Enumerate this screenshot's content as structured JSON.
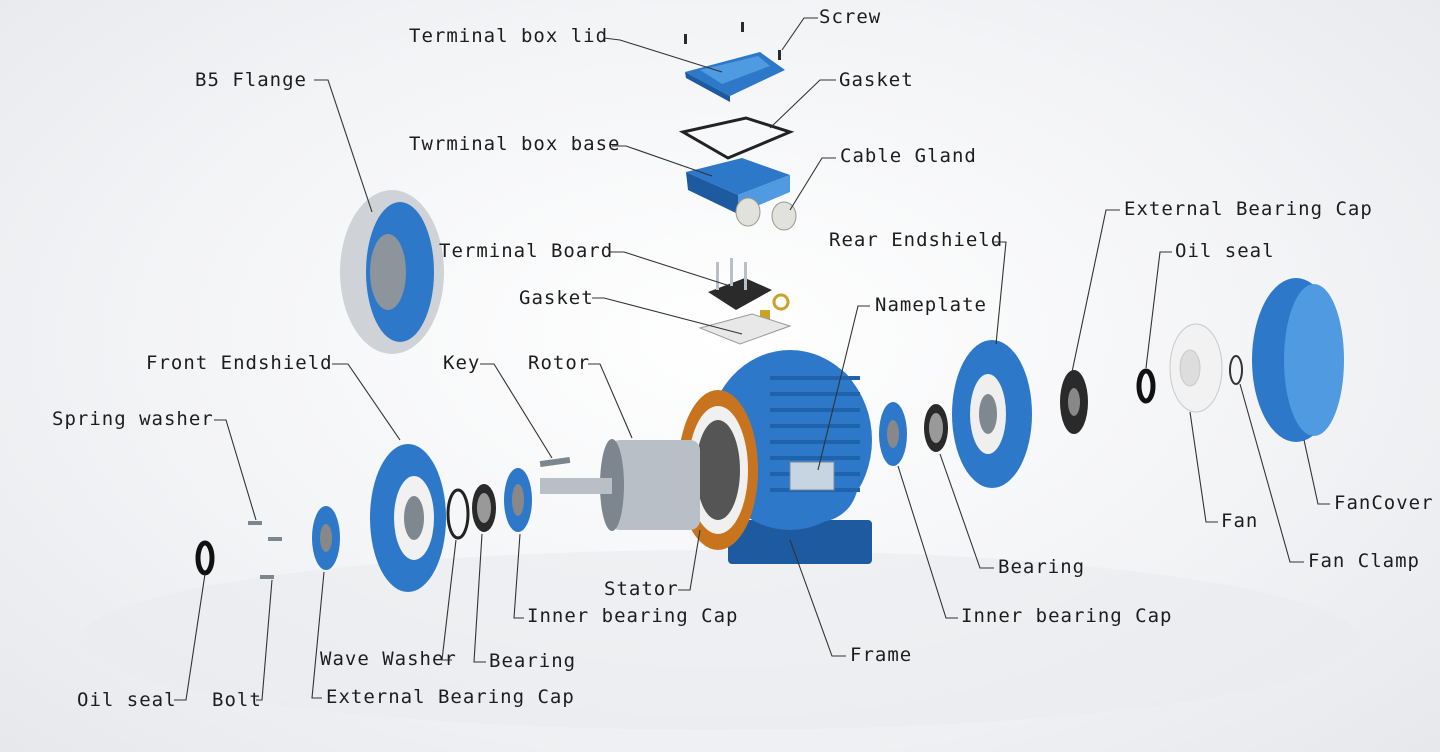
{
  "labels": {
    "terminal_box_lid": "Terminal box lid",
    "screw": "Screw",
    "gasket_top": "Gasket",
    "b5_flange": "B5 Flange",
    "terminal_box_base": "Twrminal box base",
    "cable_gland": "Cable Gland",
    "external_bearing_cap_right": "External Bearing Cap",
    "rear_endshield": "Rear Endshield",
    "oil_seal_right": "Oil seal",
    "terminal_board": "Terminal Board",
    "gasket_mid": "Gasket",
    "nameplate": "Nameplate",
    "front_endshield": "Front Endshield",
    "key": "Key",
    "rotor": "Rotor",
    "spring_washer": "Spring washer",
    "fan_cover": "FanCover",
    "fan": "Fan",
    "bearing_right": "Bearing",
    "fan_clamp": "Fan Clamp",
    "stator": "Stator",
    "inner_bearing_cap_left": "Inner bearing Cap",
    "inner_bearing_cap_right": "Inner bearing Cap",
    "wave_washer": "Wave Washer",
    "bearing_left": "Bearing",
    "frame": "Frame",
    "oil_seal_left": "Oil seal",
    "bolt": "Bolt",
    "external_bearing_cap_left": "External Bearing Cap"
  },
  "colors": {
    "motor_blue": "#2d78c8",
    "steel": "#b9bfc6",
    "copper_winding": "#c8741e"
  }
}
